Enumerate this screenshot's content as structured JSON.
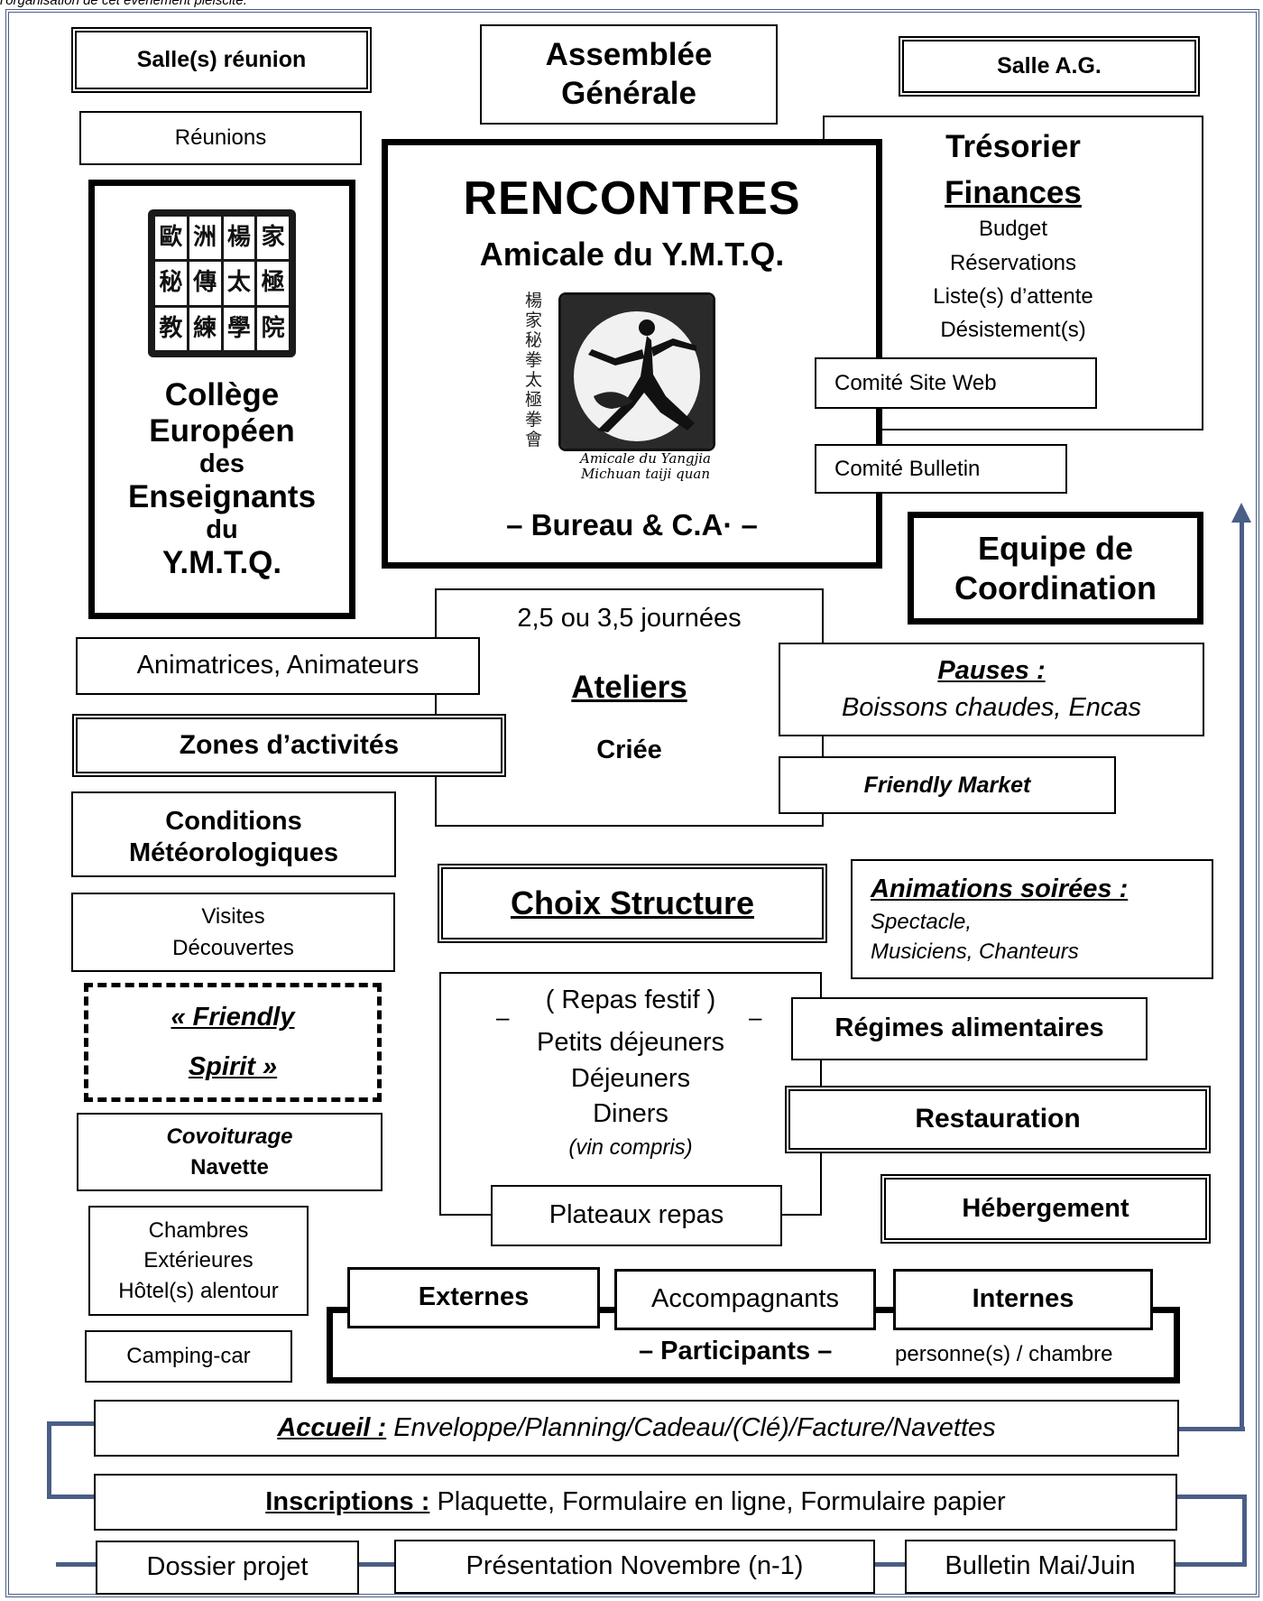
{
  "header_text": "l'organisation de cet événement pléiscite.",
  "salles_reunion": "Salle(s) réunion",
  "assemblee": [
    "Assemblée",
    "Générale"
  ],
  "salle_ag": "Salle A.G.",
  "reunions": "Réunions",
  "rencontres": {
    "title": "RENCONTRES",
    "subtitle": "Amicale du Y.M.T.Q.",
    "footer": "– Bureau & C.A· –",
    "vertical_calligraphy": "楊家秘拳太極拳會",
    "logo_caption": [
      "Amicale du Yangjia",
      "Michuan taiji quan"
    ]
  },
  "tresorier": {
    "title": "Trésorier",
    "subtitle": "Finances",
    "items": [
      "Budget",
      "Réservations",
      "Liste(s) d’attente",
      "Désistement(s)"
    ]
  },
  "comite_web": "Comité Site Web",
  "comite_bulletin": "Comité Bulletin",
  "college": {
    "seal_chars": [
      "歐",
      "洲",
      "楊",
      "家",
      "秘",
      "傳",
      "太",
      "極",
      "教",
      "練",
      "學",
      "院"
    ],
    "lines": [
      "Collège",
      "Européen",
      "des",
      "Enseignants",
      "du",
      "Y.M.T.Q."
    ]
  },
  "equipe": [
    "Equipe de",
    "Coordination"
  ],
  "ateliers": {
    "duration": "2,5 ou 3,5 journées",
    "title": "Ateliers",
    "criee": "Criée"
  },
  "animateurs": "Animatrices, Animateurs",
  "zones": "Zones d’activités",
  "pauses": {
    "title": "Pauses :",
    "text": "Boissons chaudes, Encas"
  },
  "friendly_market": "Friendly Market",
  "conditions": [
    "Conditions",
    "Météorologiques"
  ],
  "choix_structure": "Choix Structure",
  "animations": {
    "title": "Animations soirées :",
    "lines": [
      "Spectacle,",
      "Musiciens, Chanteurs"
    ]
  },
  "visites": [
    "Visites",
    "Découvertes"
  ],
  "friendly_spirit": [
    "« Friendly",
    "Spirit »"
  ],
  "repas": {
    "festif": "( Repas festif )",
    "dash": "–",
    "items": [
      "Petits déjeuners",
      "Déjeuners",
      "Diners"
    ],
    "vin": "(vin compris)"
  },
  "regimes": "Régimes alimentaires",
  "restauration": "Restauration",
  "covoiturage": [
    "Covoiturage",
    "Navette"
  ],
  "hebergement": "Hébergement",
  "plateaux": "Plateaux repas",
  "chambres": [
    "Chambres",
    "Extérieures",
    "Hôtel(s) alentour"
  ],
  "externes": "Externes",
  "accompagnants": "Accompagnants",
  "internes": "Internes",
  "participants": "– Participants –",
  "personnes_chambre": "personne(s) / chambre",
  "camping": "Camping-car",
  "accueil": {
    "label": "Accueil :",
    "text": "Enveloppe/Planning/Cadeau/(Clé)/Facture/Navettes"
  },
  "inscriptions": {
    "label": "Inscriptions :",
    "text": "Plaquette, Formulaire en ligne, Formulaire papier"
  },
  "dossier": "Dossier projet",
  "presentation": "Présentation Novembre (n-1)",
  "bulletin": "Bulletin Mai/Juin"
}
